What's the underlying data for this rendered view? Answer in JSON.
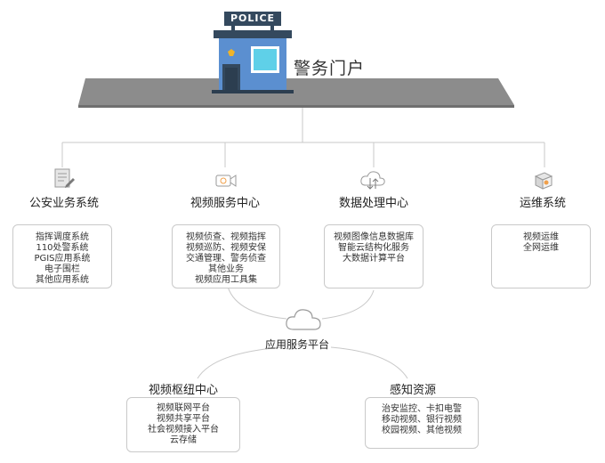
{
  "portal": {
    "sign_text": "POLICE",
    "title": "警务门户"
  },
  "top_systems": [
    {
      "title": "公安业务系统",
      "icon": "document-edit-icon",
      "items": [
        "指挥调度系统",
        "110处警系统",
        "PGIS应用系统",
        "电子围栏",
        "其他应用系统"
      ]
    },
    {
      "title": "视频服务中心",
      "icon": "video-camera-icon",
      "items": [
        "视频侦查、视频指挥",
        "视频巡防、视频安保",
        "交通管理、警务侦查",
        "其他业务",
        "视频应用工具集"
      ]
    },
    {
      "title": "数据处理中心",
      "icon": "cloud-sync-icon",
      "items": [
        "视频图像信息数据库",
        "智能云结构化服务",
        "大数据计算平台"
      ]
    },
    {
      "title": "运维系统",
      "icon": "maintenance-box-icon",
      "items": [
        "视频运维",
        "全网运维"
      ]
    }
  ],
  "platform": {
    "title": "应用服务平台",
    "icon": "cloud-icon"
  },
  "bottom_systems": [
    {
      "title": "视频枢纽中心",
      "items": [
        "视频联网平台",
        "视频共享平台",
        "社会视频接入平台",
        "云存储"
      ]
    },
    {
      "title": "感知资源",
      "items": [
        "治安监控、卡扣电警",
        "移动视频、银行视频",
        "校园视频、其他视频"
      ]
    }
  ],
  "colors": {
    "building_blue": "#5b8fd0",
    "building_dark": "#34495e",
    "roof_gray": "#8c8c8c",
    "line_gray": "#c8c8c8"
  }
}
